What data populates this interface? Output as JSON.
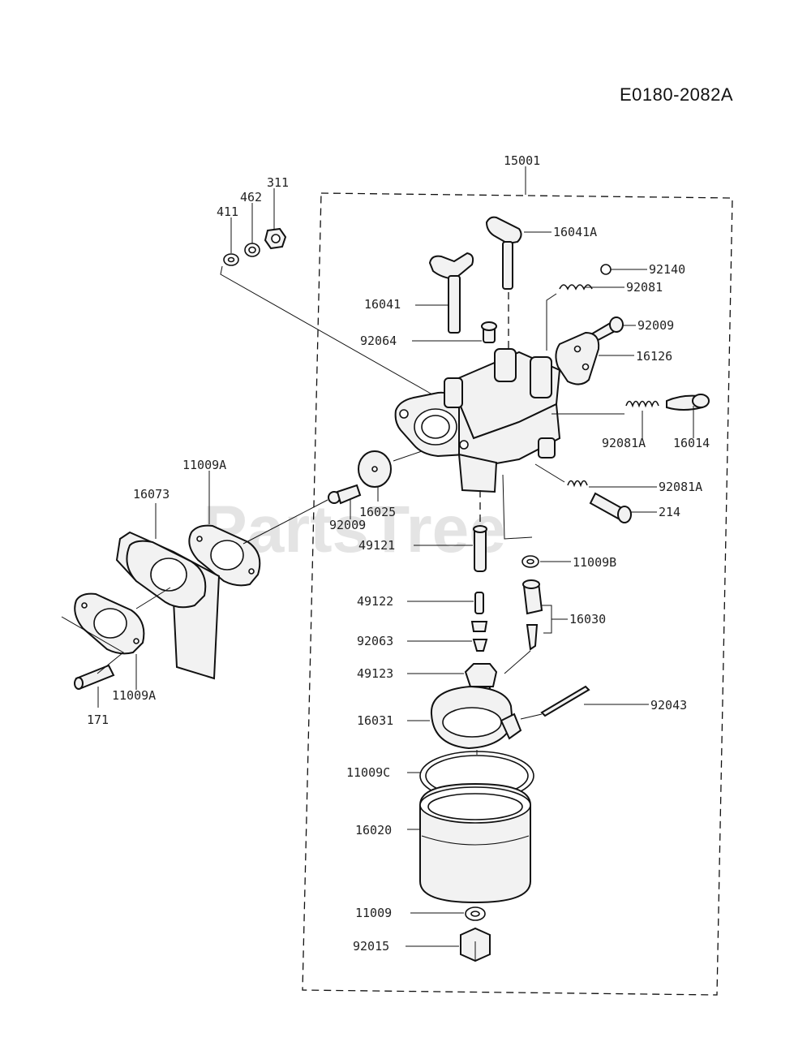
{
  "document": {
    "code": "E0180-2082A",
    "watermark": "PartsTree",
    "assembly_label": "15001"
  },
  "labels": {
    "l311": "311",
    "l462": "462",
    "l411": "411",
    "l16041A": "16041A",
    "l92140": "92140",
    "l92081": "92081",
    "l16041": "16041",
    "l92009_top": "92009",
    "l92064": "92064",
    "l16126": "16126",
    "l92081A_a": "92081A",
    "l16014": "16014",
    "l92081A_b": "92081A",
    "l214": "214",
    "l11009A_top": "11009A",
    "l16073": "16073",
    "l16025": "16025",
    "l92009_mid": "92009",
    "l49121": "49121",
    "l11009B": "11009B",
    "l49122": "49122",
    "l16030": "16030",
    "l92063": "92063",
    "l49123": "49123",
    "l92043": "92043",
    "l16031": "16031",
    "l11009A_bot": "11009A",
    "l171": "171",
    "l11009C": "11009C",
    "l16020": "16020",
    "l11009": "11009",
    "l92015": "92015"
  }
}
